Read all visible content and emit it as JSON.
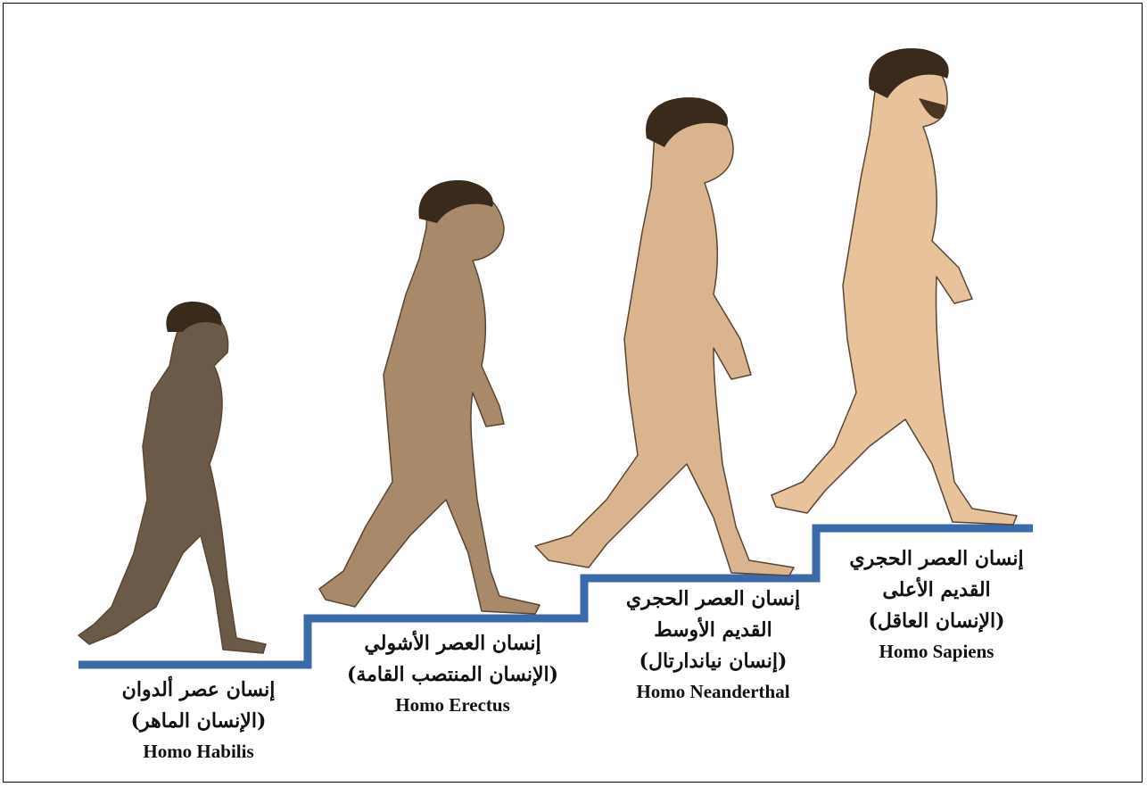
{
  "stages": [
    {
      "arabic_lines": [
        "إنسان عصر ألدوان",
        "(الإنسان الماهر)"
      ],
      "latin": "Homo Habilis",
      "skin": "#6b5a47"
    },
    {
      "arabic_lines": [
        "إنسان العصر الأشولي",
        "(الإنسان المنتصب القامة)"
      ],
      "latin": "Homo Erectus",
      "skin": "#a8896a"
    },
    {
      "arabic_lines": [
        "إنسان العصر الحجري",
        "القديم الأوسط",
        "(إنسان نياندارتال)"
      ],
      "latin": "Homo Neanderthal",
      "skin": "#d9b48e"
    },
    {
      "arabic_lines": [
        "إنسان العصر الحجري",
        "القديم الأعلى",
        "(الإنسان العاقل)"
      ],
      "latin": "Homo Sapiens",
      "skin": "#e8c29a"
    }
  ],
  "colors": {
    "stairs": "#3b6aa8",
    "hair": "#3a2a1c"
  }
}
